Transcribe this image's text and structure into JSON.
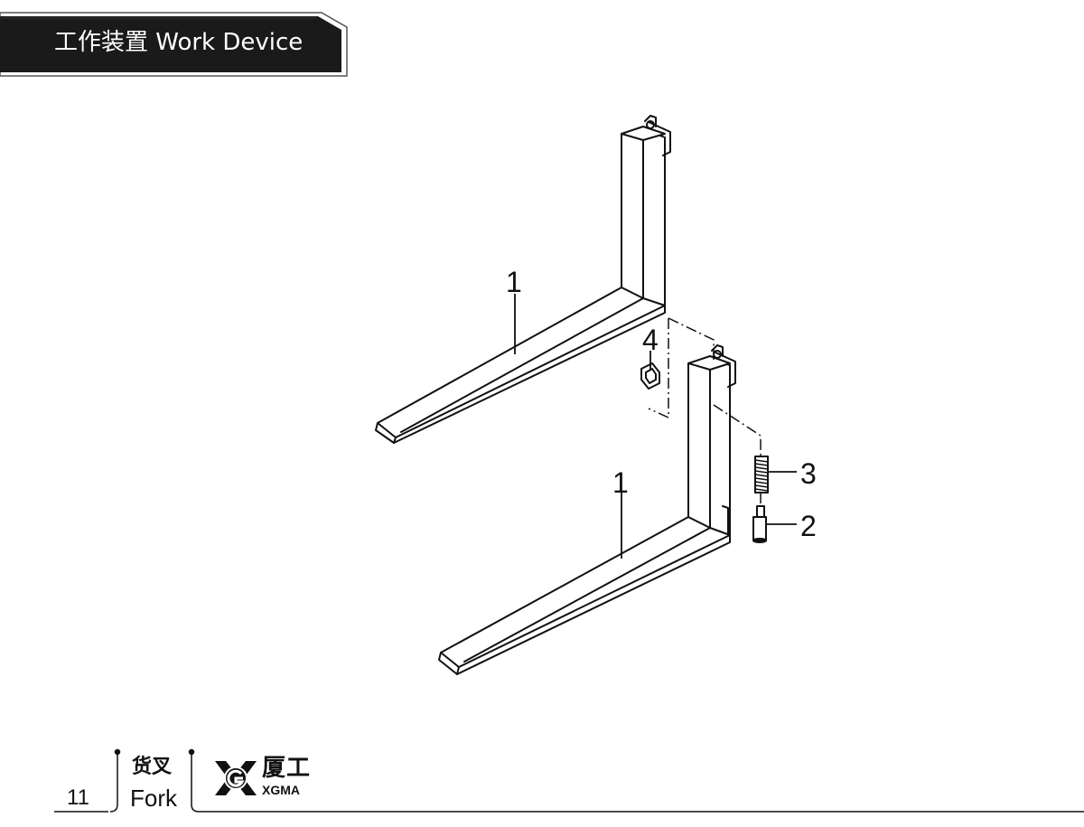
{
  "header": {
    "title": "工作装置 Work Device"
  },
  "diagram": {
    "callouts": [
      {
        "id": "upper-fork",
        "label": "1"
      },
      {
        "id": "lower-fork",
        "label": "1"
      },
      {
        "id": "pin",
        "label": "2"
      },
      {
        "id": "spring",
        "label": "3"
      },
      {
        "id": "stopper",
        "label": "4"
      }
    ]
  },
  "footer": {
    "page_number": "11",
    "section_cn": "货叉",
    "section_en": "Fork",
    "brand_cn": "厦工",
    "brand_en": "XGMA"
  }
}
